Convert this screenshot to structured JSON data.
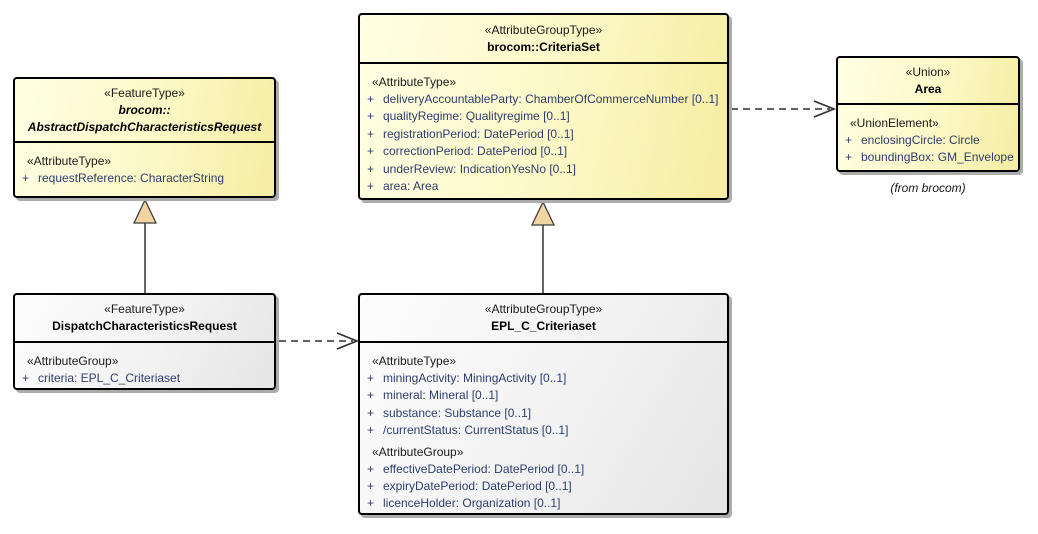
{
  "colors": {
    "yellow_light": "#FFFFE4",
    "yellow_dark": "#F5EDA2",
    "gray_light": "#FDFDFD",
    "gray_dark": "#E5E5E5",
    "border": "#000000",
    "shadow": "#ACACAC",
    "attr_text": "#2E3D6E",
    "stereo_text": "#1A1A1A",
    "triangle_fill": "#F2D5A2",
    "line": "#333333"
  },
  "classes": {
    "abstract_request": {
      "stereotype": "«FeatureType»",
      "name_line1": "brocom::",
      "name_line2": "AbstractDispatchCharacteristicsRequest",
      "sections": [
        {
          "label": "«AttributeType»",
          "rows": [
            {
              "vis": "+",
              "text": "requestReference: CharacterString"
            }
          ]
        }
      ]
    },
    "criteria_set": {
      "stereotype": "«AttributeGroupType»",
      "name_line1": "brocom::CriteriaSet",
      "sections": [
        {
          "label": "«AttributeType»",
          "rows": [
            {
              "vis": "+",
              "text": "deliveryAccountableParty: ChamberOfCommerceNumber [0..1]"
            },
            {
              "vis": "+",
              "text": "qualityRegime: Qualityregime [0..1]"
            },
            {
              "vis": "+",
              "text": "registrationPeriod: DatePeriod [0..1]"
            },
            {
              "vis": "+",
              "text": "correctionPeriod: DatePeriod [0..1]"
            },
            {
              "vis": "+",
              "text": "underReview: IndicationYesNo [0..1]"
            },
            {
              "vis": "+",
              "text": "area: Area"
            }
          ]
        }
      ]
    },
    "area": {
      "stereotype": "«Union»",
      "name_line1": "Area",
      "sections": [
        {
          "label": "«UnionElement»",
          "rows": [
            {
              "vis": "+",
              "text": "enclosingCircle: Circle"
            },
            {
              "vis": "+",
              "text": "boundingBox: GM_Envelope"
            }
          ]
        }
      ]
    },
    "dispatch_request": {
      "stereotype": "«FeatureType»",
      "name_line1": "DispatchCharacteristicsRequest",
      "sections": [
        {
          "label": "«AttributeGroup»",
          "rows": [
            {
              "vis": "+",
              "text": "criteria: EPL_C_Criteriaset"
            }
          ]
        }
      ]
    },
    "epl_criteriaset": {
      "stereotype": "«AttributeGroupType»",
      "name_line1": "EPL_C_Criteriaset",
      "sections": [
        {
          "label": "«AttributeType»",
          "rows": [
            {
              "vis": "+",
              "text": "miningActivity: MiningActivity [0..1]"
            },
            {
              "vis": "+",
              "text": "mineral: Mineral [0..1]"
            },
            {
              "vis": "+",
              "text": "substance: Substance [0..1]"
            },
            {
              "vis": "+",
              "text": "/currentStatus: CurrentStatus [0..1]"
            }
          ]
        },
        {
          "label": "«AttributeGroup»",
          "rows": [
            {
              "vis": "+",
              "text": "effectiveDatePeriod: DatePeriod [0..1]"
            },
            {
              "vis": "+",
              "text": "expiryDatePeriod: DatePeriod [0..1]"
            },
            {
              "vis": "+",
              "text": "licenceHolder: Organization [0..1]"
            }
          ]
        }
      ]
    }
  },
  "annotations": {
    "area_origin": "(from brocom)"
  }
}
